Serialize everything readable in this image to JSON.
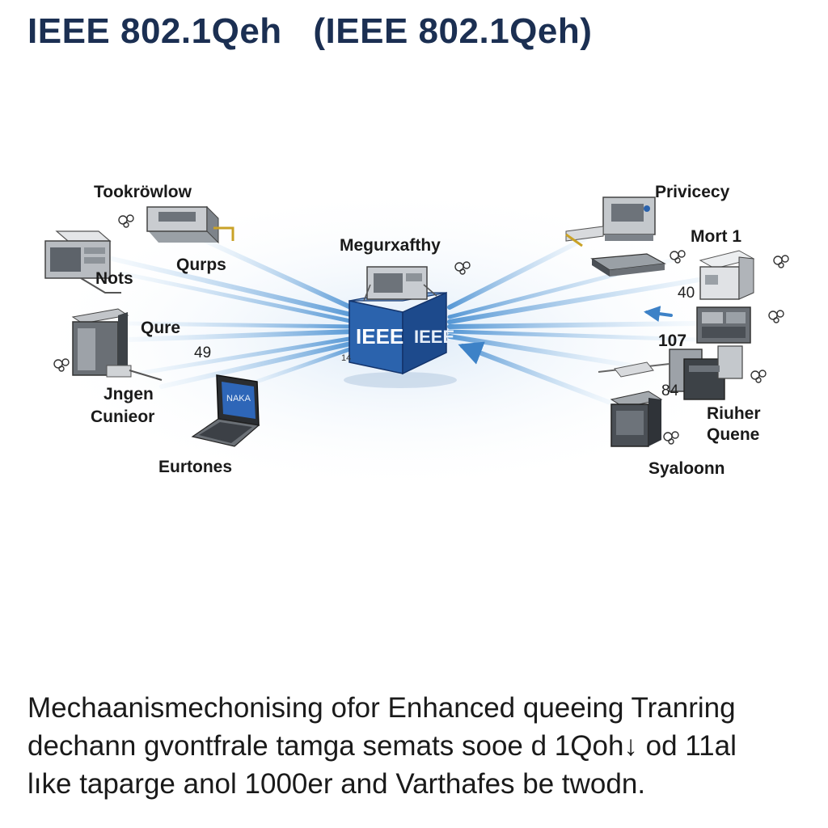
{
  "title": {
    "left": "IEEE 802.1Qeh",
    "right": "(IEEE 802.1Qeh)"
  },
  "hub": {
    "label": "Megurxafthy",
    "front_text": "IEEE",
    "side_text": "IEEE",
    "small_number": "14"
  },
  "left_labels": {
    "tookrowlow": "Tookröwlow",
    "qurps": "Qurps",
    "nots": "Nots",
    "qure": "Qure",
    "number_49": "49",
    "jngen": "Jngen",
    "cunieor": "Cunieor",
    "eurtones": "Eurtones",
    "laptop_screen": "NAKA"
  },
  "right_labels": {
    "privicecy": "Privicecy",
    "mort": "Mort 1",
    "number_40": "40",
    "number_107": "107",
    "number_84": "84",
    "riuher": "Riuher",
    "quene": "Quene",
    "syaloonn": "Syaloonn"
  },
  "caption": {
    "line1": "Mechaanismechonising ofor Enhanced queeing Tranring",
    "line2": "dechann gvontfrale tamga semats sooe d 1Qoh↓ od 11al",
    "line3": "lıke taparge anol 1000er and Varthafes be twodn."
  },
  "colors": {
    "title": "#1b2f52",
    "arrow": "#5f9fd6",
    "hub_front": "#2b63ad",
    "hub_side": "#1d4a8c",
    "hub_top": "#7fa6d6"
  },
  "icons": [
    "network-device-icon",
    "laptop-icon",
    "arrow-icon",
    "gear-icon"
  ]
}
